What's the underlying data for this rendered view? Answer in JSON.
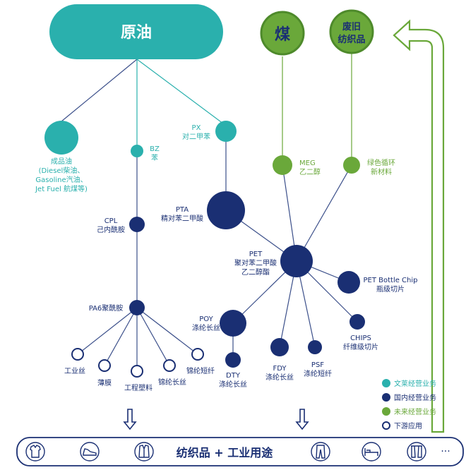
{
  "sources": {
    "crude_oil": "原油",
    "coal": "煤",
    "waste_textile": [
      "废旧",
      "纺织品"
    ]
  },
  "nodes": {
    "refined_oil": [
      "成品油",
      "(Diesel柴油、",
      "Gasoline汽油、",
      "Jet Fuel 航煤等)"
    ],
    "bz": [
      "BZ",
      "苯"
    ],
    "px": [
      "PX",
      "对二甲苯"
    ],
    "meg": [
      "MEG",
      "乙二醇"
    ],
    "green_recycle": [
      "绿色循环",
      "新材料"
    ],
    "pta": [
      "PTA",
      "精对苯二甲酸"
    ],
    "cpl": [
      "CPL",
      "己内酰胺"
    ],
    "pet": [
      "PET",
      "聚对苯二甲酸",
      "乙二醇酯"
    ],
    "pet_bottle": [
      "PET Bottle Chip",
      "瓶级切片"
    ],
    "pa6": "PA6聚酰胺",
    "poy": [
      "POY",
      "涤纶长丝"
    ],
    "chips": [
      "CHIPS",
      "纤维级切片"
    ],
    "dty": [
      "DTY",
      "涤纶长丝"
    ],
    "fdy": [
      "FDY",
      "涤纶长丝"
    ],
    "psf": [
      "PSF",
      "涤纶短纤"
    ],
    "pa6_products": [
      "工业丝",
      "薄膜",
      "工程塑料",
      "锦纶长丝",
      "锦纶短纤"
    ]
  },
  "legend": [
    {
      "label": "文莱经营业务",
      "color": "#2ab0ad",
      "style": "filled"
    },
    {
      "label": "国内经营业务",
      "color": "#1a2f73",
      "style": "filled"
    },
    {
      "label": "未来经营业务",
      "color": "#6aa83a",
      "style": "filled"
    },
    {
      "label": "下游应用",
      "color": "#1a2f73",
      "style": "outline"
    }
  ],
  "bottom_bar": {
    "text": "纺织品  +  工业用途",
    "icons": [
      "shirt-icon",
      "sneaker-icon",
      "jacket-icon",
      "trousers-icon",
      "bed-icon",
      "curtain-icon"
    ],
    "ellipsis": "···"
  },
  "colors": {
    "teal": "#2ab0ad",
    "navy": "#1a2f73",
    "green": "#6aa83a",
    "green_border": "#4e8a2b",
    "line": "#2d3f7c"
  }
}
